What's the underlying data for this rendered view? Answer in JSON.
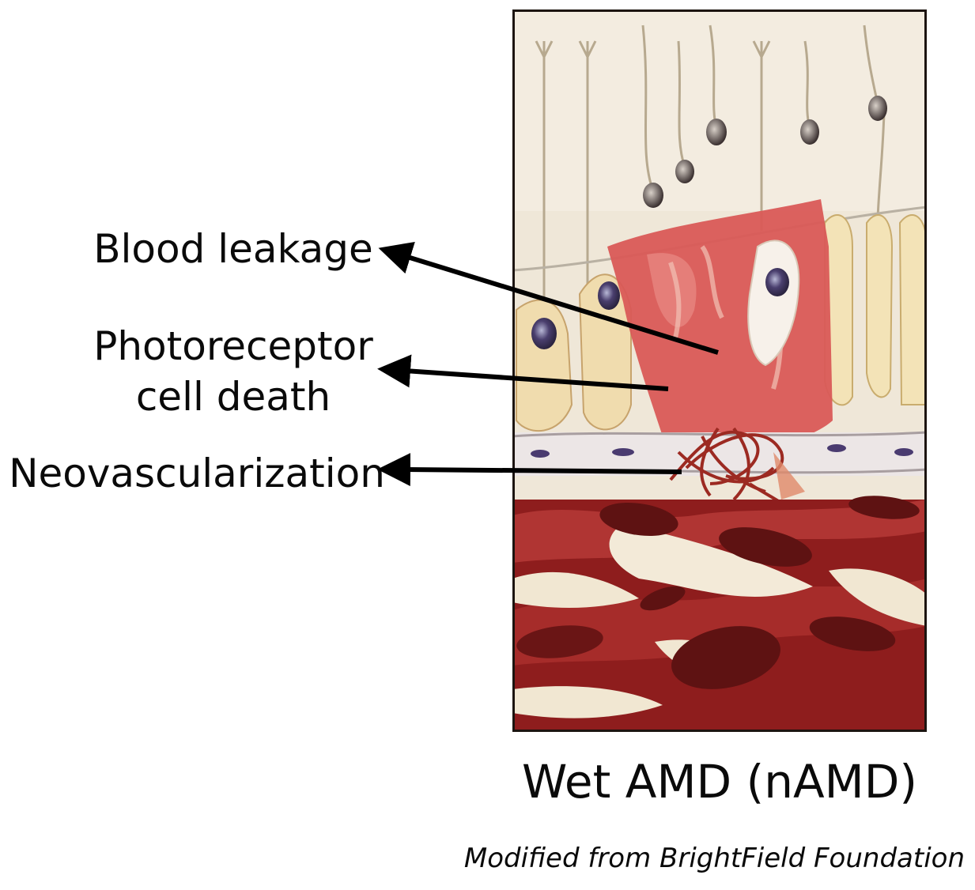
{
  "labels": {
    "blood_leakage": "Blood leakage",
    "photoreceptor_line1": "Photoreceptor",
    "photoreceptor_line2": "cell death",
    "neovascularization": "Neovascularization"
  },
  "title": "Wet AMD (nAMD)",
  "credit": "Modified from BrightField Foundation",
  "colors": {
    "retina_background": "#efe6d6",
    "blood_red": "#d9534f",
    "choroid_dark_red": "#8e1d1d",
    "cell_cream": "#f2e2b8",
    "arrow": "#000000"
  }
}
